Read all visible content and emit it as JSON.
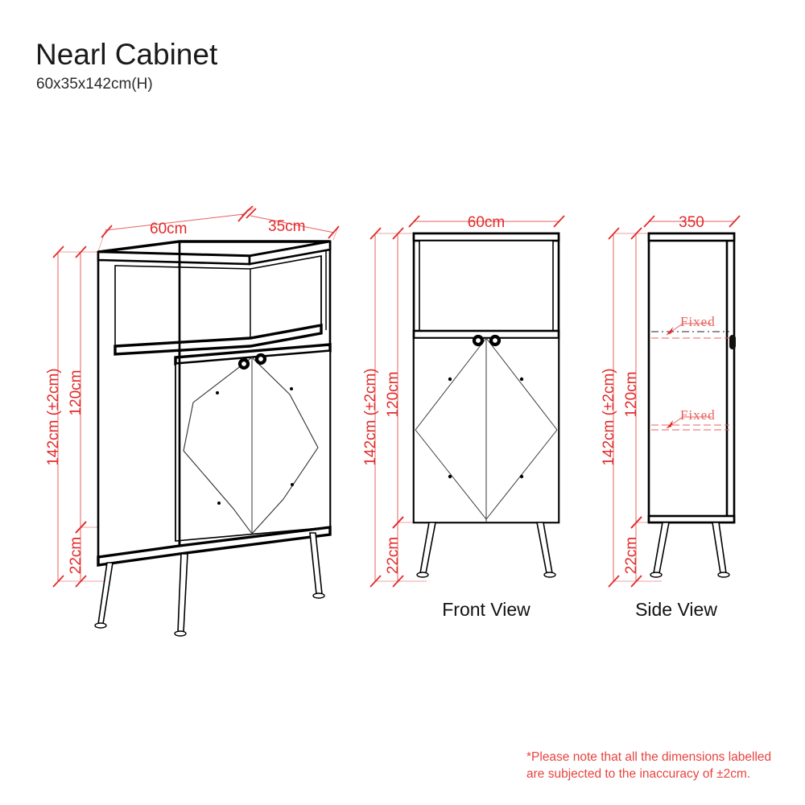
{
  "header": {
    "title": "Nearl Cabinet",
    "subtitle": "60x35x142cm(H)"
  },
  "views": {
    "perspective": {
      "name": "perspective-view",
      "dimensions": {
        "width": "60cm",
        "depth": "35cm",
        "total_height": "142cm (±2cm)",
        "body_height": "120cm",
        "leg_height": "22cm"
      }
    },
    "front": {
      "label": "Front View",
      "dimensions": {
        "width": "60cm",
        "total_height": "142cm (±2cm)",
        "body_height": "120cm",
        "leg_height": "22cm"
      }
    },
    "side": {
      "label": "Side View",
      "dimensions": {
        "depth": "350",
        "total_height": "142cm (±2cm)",
        "body_height": "120cm",
        "leg_height": "22cm"
      },
      "annotations": {
        "shelf_upper": "Fixed",
        "shelf_lower": "Fixed"
      }
    }
  },
  "footnote": {
    "line1": "*Please note that all the dimensions labelled",
    "line2": "are subjected to the inaccuracy of ±2cm."
  },
  "colors": {
    "dimension_red": "#e12b2b",
    "note_red": "#e8433f",
    "outline_black": "#000000"
  }
}
